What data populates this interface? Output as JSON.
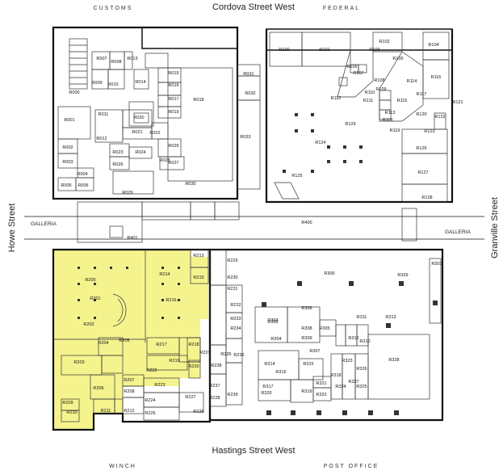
{
  "streets": {
    "north": "Cordova Street West",
    "south": "Hastings Street West",
    "west": "Howe Street",
    "east": "Granville Street"
  },
  "buildings": {
    "customs": "CUSTOMS",
    "federal": "FEDERAL",
    "winch": "WINCH",
    "post_office": "POST OFFICE"
  },
  "galleria": {
    "west": "GALLERIA",
    "east": "GALLERIA"
  },
  "rooms": [
    "R000",
    "R001",
    "R002",
    "R003",
    "R004",
    "R005",
    "R006",
    "R007",
    "R008",
    "R009",
    "R010",
    "R011",
    "R012",
    "R013",
    "R014",
    "R015",
    "R016",
    "R017",
    "R018",
    "R019",
    "R020",
    "R021",
    "R022",
    "R023",
    "R024",
    "R025",
    "R026",
    "R027",
    "R028",
    "R029",
    "R030",
    "R031",
    "R032",
    "R033",
    "R100",
    "R101",
    "R102",
    "R103",
    "R104",
    "R105",
    "R106",
    "R107",
    "R108",
    "R109",
    "R110",
    "R111",
    "R112",
    "R113",
    "R114",
    "R115",
    "R116",
    "R117",
    "R118",
    "R119",
    "R120",
    "R121",
    "R122",
    "R123",
    "R124",
    "R125",
    "R126",
    "R127",
    "R128",
    "R129",
    "R200",
    "R201",
    "R202",
    "R203",
    "R204",
    "R205",
    "R206",
    "R207",
    "R208",
    "R209",
    "R210",
    "R211",
    "R212",
    "R213",
    "R214",
    "R215",
    "R216",
    "R217",
    "R218",
    "R219",
    "R220",
    "R221",
    "R222",
    "R223",
    "R224",
    "R225",
    "R226",
    "R227",
    "R228",
    "R229",
    "R230",
    "R231",
    "R232",
    "R233",
    "R234",
    "R235",
    "R236",
    "R237",
    "R238",
    "R239",
    "R300",
    "R301",
    "R302",
    "R303",
    "R304",
    "R305",
    "R306",
    "R307",
    "R308",
    "R309",
    "R310",
    "R311",
    "R312",
    "R313",
    "R314",
    "R315",
    "R316",
    "R317",
    "R318",
    "R319",
    "R320",
    "R321",
    "R322",
    "R323",
    "R324",
    "R325",
    "R326",
    "R327",
    "R328",
    "R329",
    "R400",
    "R401"
  ],
  "colors": {
    "highlight": "#f5f38e",
    "wall": "#111111",
    "background": "#ffffff"
  }
}
